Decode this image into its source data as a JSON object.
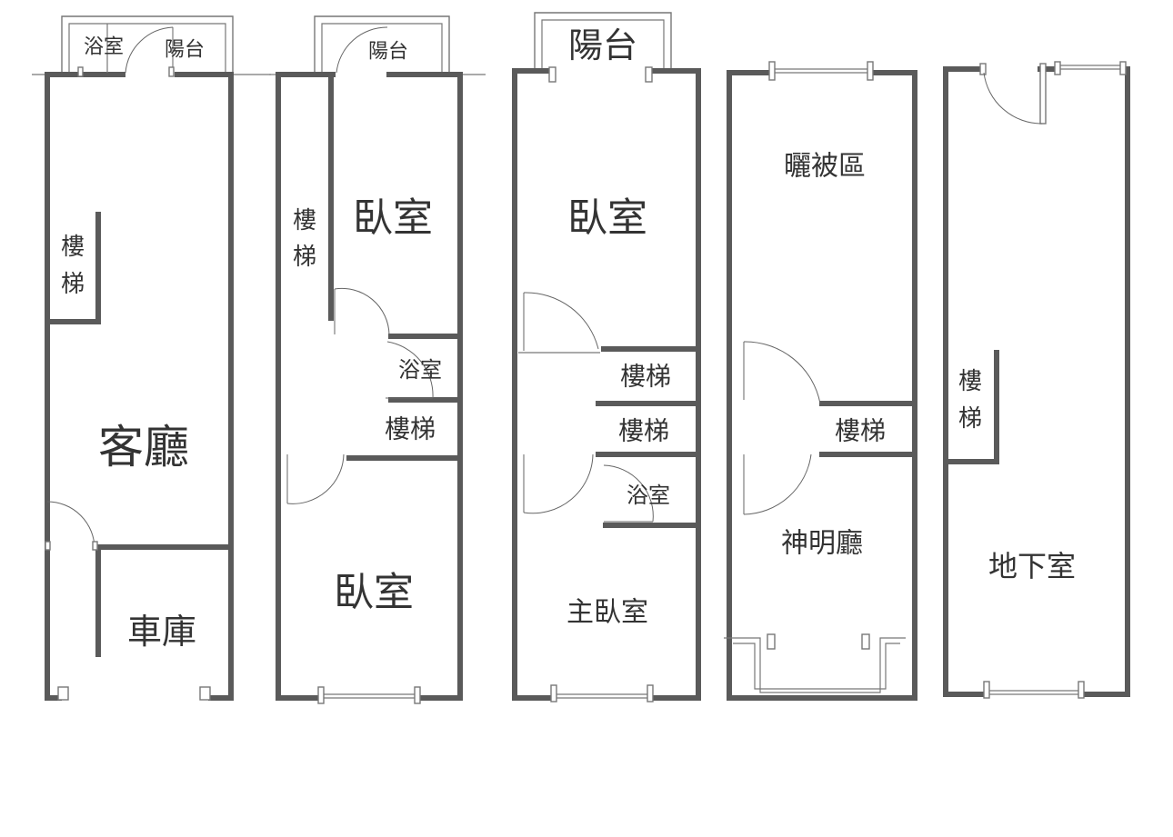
{
  "floors": [
    {
      "rooms": {
        "bathroom": "浴室",
        "balcony": "陽台",
        "stairs_top": "樓",
        "stairs_bottom": "梯",
        "living_room": "客廳",
        "garage": "車庫"
      }
    },
    {
      "rooms": {
        "balcony": "陽台",
        "stairs_top": "樓",
        "stairs_bottom": "梯",
        "bedroom_top": "臥室",
        "bathroom": "浴室",
        "stairs_mid": "樓梯",
        "bedroom_bottom": "臥室"
      }
    },
    {
      "rooms": {
        "balcony": "陽台",
        "bedroom": "臥室",
        "stairs_1": "樓梯",
        "stairs_2": "樓梯",
        "bathroom": "浴室",
        "master_bedroom": "主臥室"
      }
    },
    {
      "rooms": {
        "drying_area": "曬被區",
        "stairs": "樓梯",
        "shrine_hall": "神明廳"
      }
    },
    {
      "rooms": {
        "stairs_top": "樓",
        "stairs_bottom": "梯",
        "basement": "地下室"
      }
    }
  ]
}
